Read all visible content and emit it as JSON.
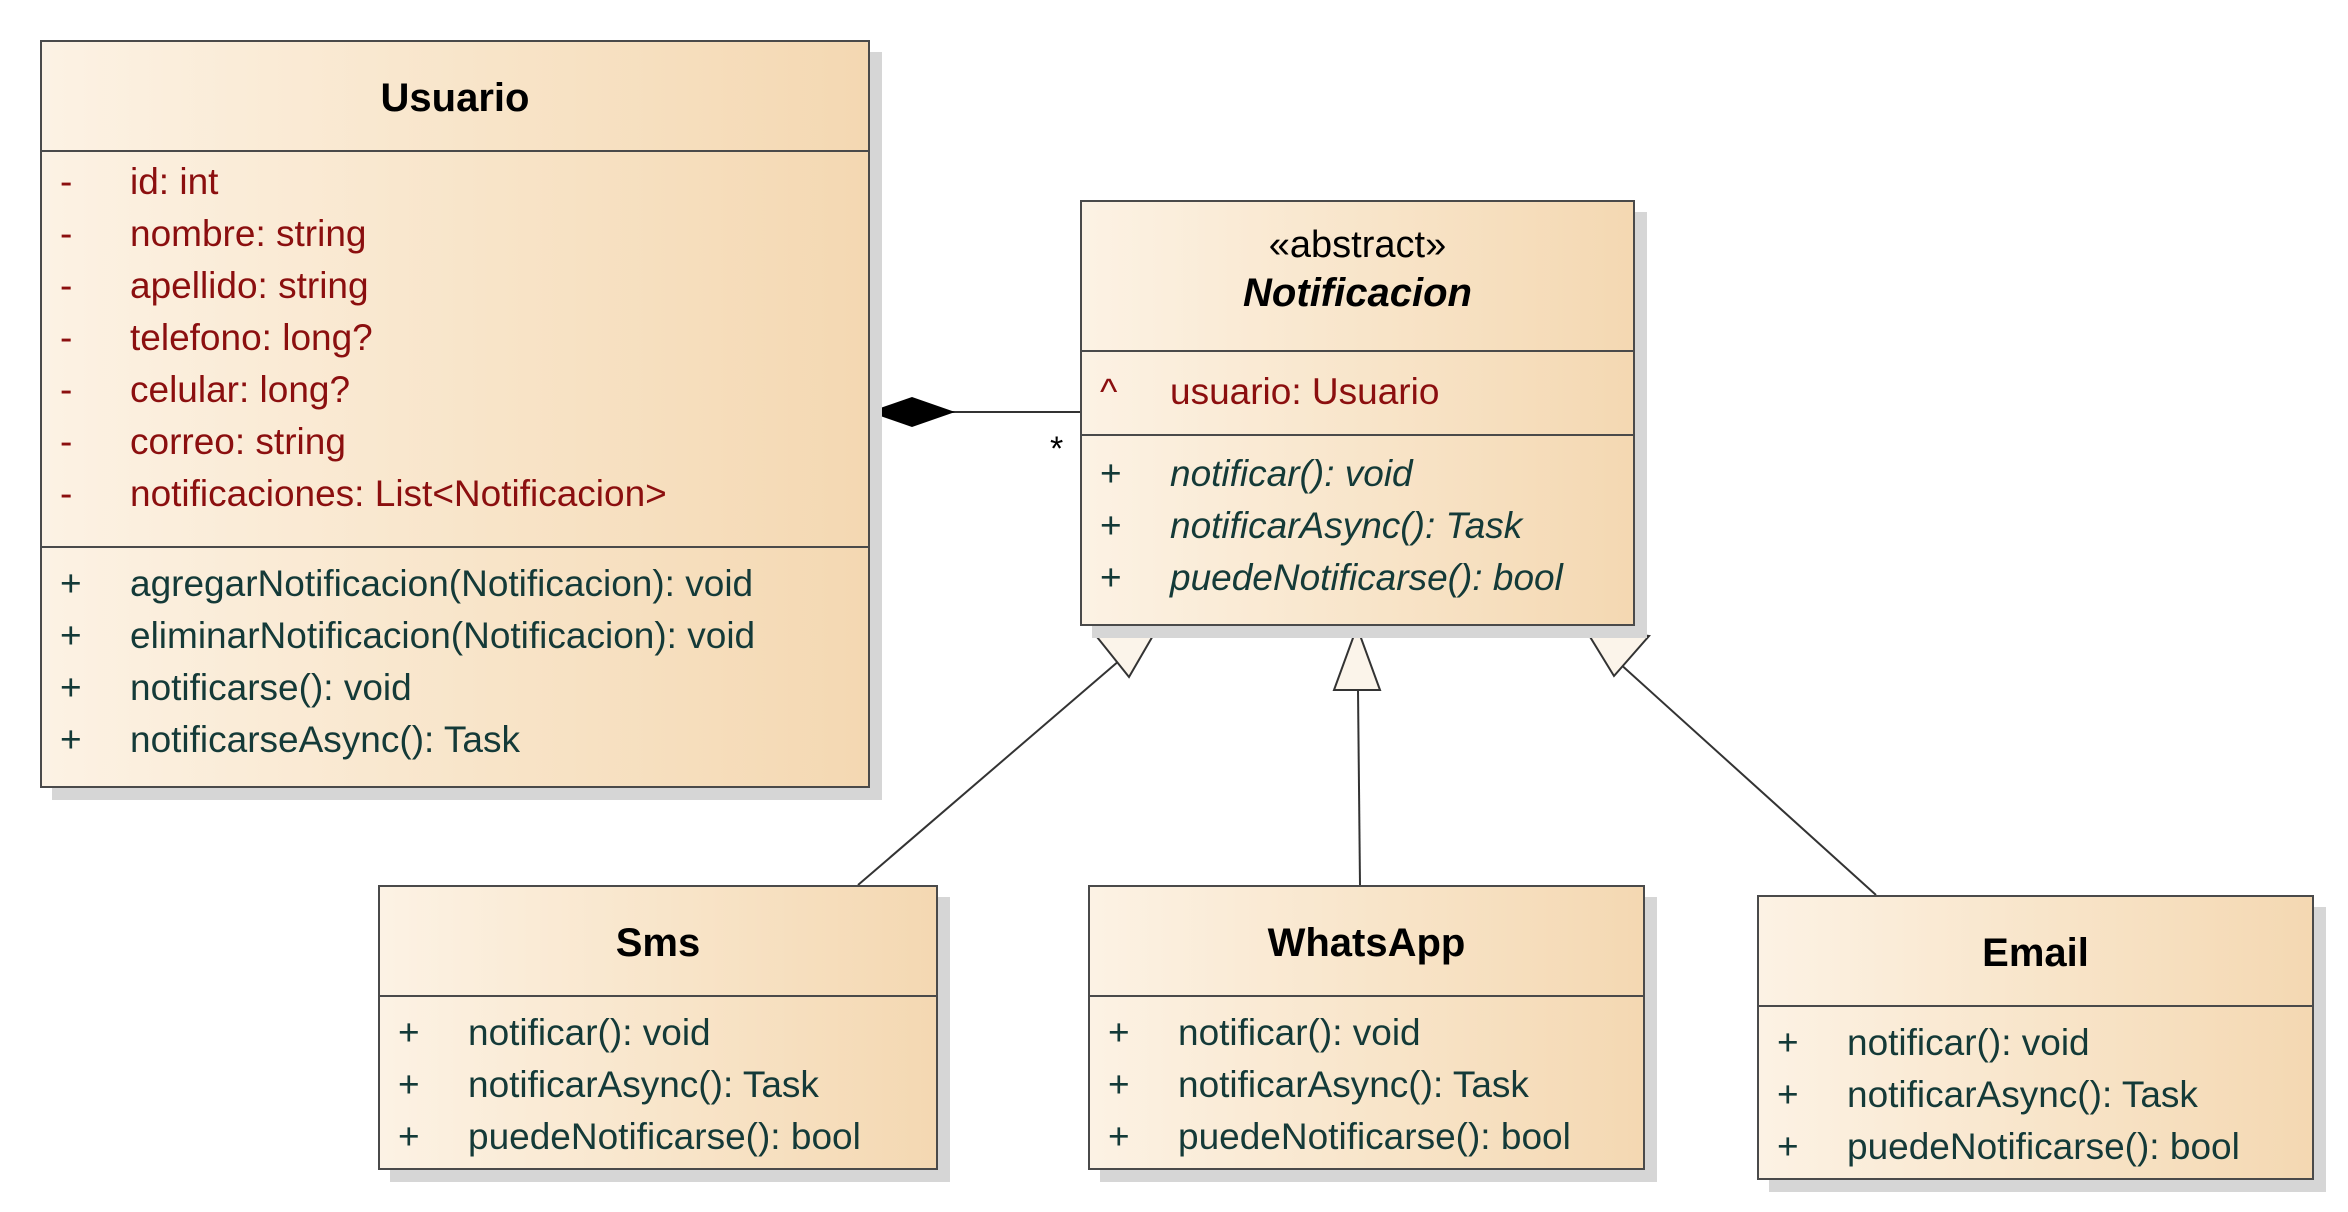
{
  "diagram": {
    "classes": {
      "usuario": {
        "name": "Usuario",
        "attributes": [
          {
            "vis": "-",
            "text": "id: int"
          },
          {
            "vis": "-",
            "text": "nombre: string"
          },
          {
            "vis": "-",
            "text": "apellido: string"
          },
          {
            "vis": "-",
            "text": "telefono: long?"
          },
          {
            "vis": "-",
            "text": "celular: long?"
          },
          {
            "vis": "-",
            "text": "correo: string"
          },
          {
            "vis": "-",
            "text": "notificaciones: List<Notificacion>"
          }
        ],
        "operations": [
          {
            "vis": "+",
            "text": "agregarNotificacion(Notificacion): void"
          },
          {
            "vis": "+",
            "text": "eliminarNotificacion(Notificacion): void"
          },
          {
            "vis": "+",
            "text": "notificarse(): void"
          },
          {
            "vis": "+",
            "text": "notificarseAsync(): Task"
          }
        ]
      },
      "notificacion": {
        "stereotype": "«abstract»",
        "name": "Notificacion",
        "attributes": [
          {
            "vis": "^",
            "text": "usuario: Usuario"
          }
        ],
        "operations": [
          {
            "vis": "+",
            "text": "notificar(): void"
          },
          {
            "vis": "+",
            "text": "notificarAsync(): Task"
          },
          {
            "vis": "+",
            "text": "puedeNotificarse(): bool"
          }
        ]
      },
      "sms": {
        "name": "Sms",
        "operations": [
          {
            "vis": "+",
            "text": "notificar(): void"
          },
          {
            "vis": "+",
            "text": "notificarAsync(): Task"
          },
          {
            "vis": "+",
            "text": "puedeNotificarse(): bool"
          }
        ]
      },
      "whatsapp": {
        "name": "WhatsApp",
        "operations": [
          {
            "vis": "+",
            "text": "notificar(): void"
          },
          {
            "vis": "+",
            "text": "notificarAsync(): Task"
          },
          {
            "vis": "+",
            "text": "puedeNotificarse(): bool"
          }
        ]
      },
      "email": {
        "name": "Email",
        "operations": [
          {
            "vis": "+",
            "text": "notificar(): void"
          },
          {
            "vis": "+",
            "text": "notificarAsync(): Task"
          },
          {
            "vis": "+",
            "text": "puedeNotificarse(): bool"
          }
        ]
      }
    },
    "composition": {
      "from": "usuario",
      "to": "notificacion",
      "multiplicity": "*"
    },
    "generalizations": [
      {
        "child": "sms",
        "parent": "notificacion"
      },
      {
        "child": "whatsapp",
        "parent": "notificacion"
      },
      {
        "child": "email",
        "parent": "notificacion"
      }
    ],
    "colors": {
      "attribute_text": "#8b0f0f",
      "operation_text": "#143a38",
      "border": "#4a4a4a",
      "fill_light": "#fcf2e4",
      "fill_dark": "#f4d8b2"
    }
  }
}
